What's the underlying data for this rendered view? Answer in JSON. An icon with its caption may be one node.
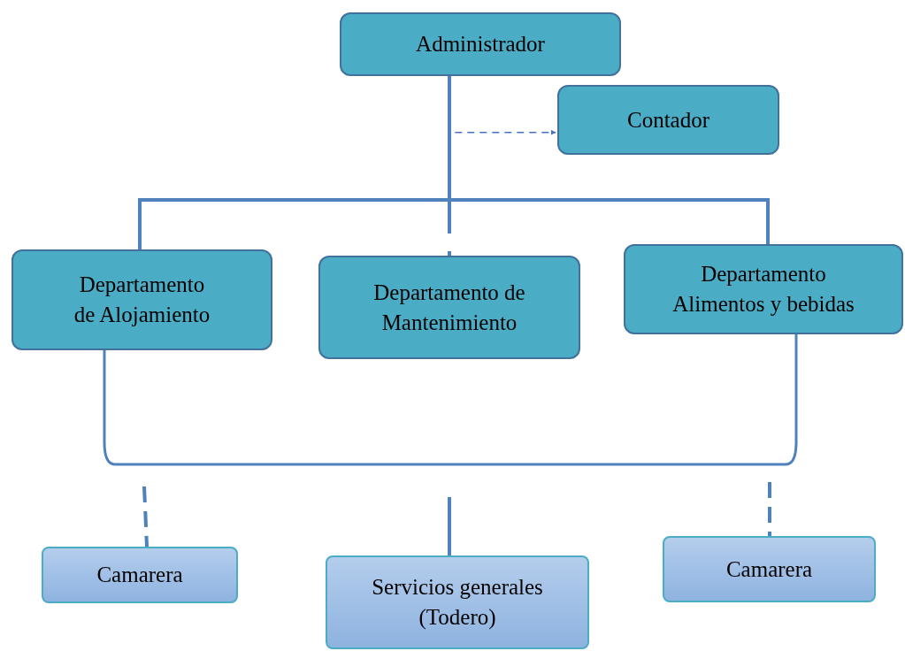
{
  "diagram": {
    "nodes": [
      {
        "text": [
          "Administrador"
        ]
      },
      {
        "text": [
          "Contador"
        ]
      },
      {
        "text": [
          "Departamento de Alojamiento"
        ]
      },
      {
        "text": [
          "Departamento de Mantenimiento"
        ]
      },
      {
        "text": [
          "Departamento Alimentos y bebidas"
        ]
      },
      {
        "text": [
          "Camarera"
        ]
      },
      {
        "text": [
          "Servicios generales (Todero)"
        ]
      },
      {
        "text": [
          "Camarera"
        ]
      }
    ],
    "edges": [
      {
        "from": 0,
        "to": 1,
        "arrow": "to",
        "style": "dashed"
      },
      {
        "from": 0,
        "to": 2,
        "arrow": "none"
      },
      {
        "from": 0,
        "to": 3,
        "arrow": "none",
        "style": "dashed"
      },
      {
        "from": 0,
        "to": 4,
        "arrow": "none"
      },
      {
        "from": 2,
        "to": 4,
        "arrow": "none"
      },
      {
        "from": null,
        "to": 5,
        "arrow": "none",
        "style": "dashed"
      },
      {
        "from": null,
        "to": 6,
        "arrow": "none"
      },
      {
        "from": null,
        "to": 7,
        "arrow": "none",
        "style": "dashed"
      }
    ]
  }
}
